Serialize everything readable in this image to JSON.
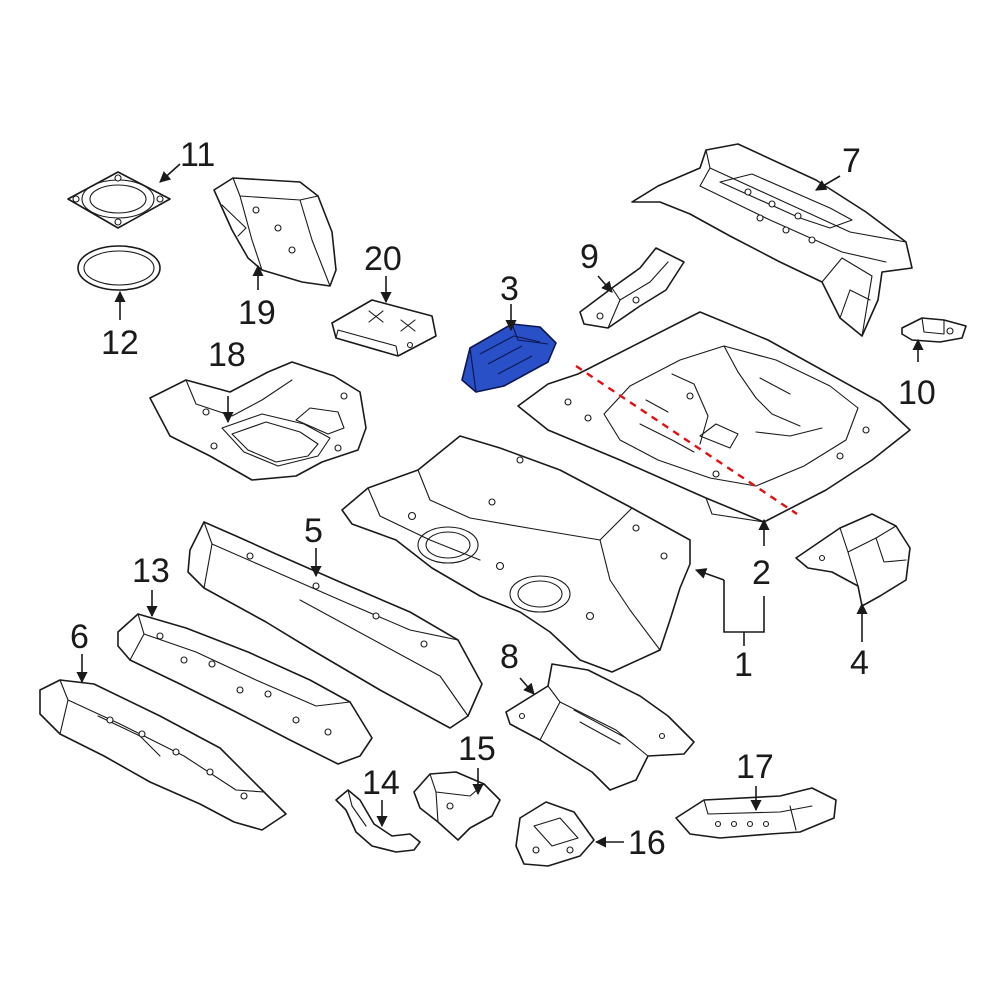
{
  "diagram": {
    "highlight_color": "#2a50c8",
    "cut_line_color": "#e01010",
    "callouts": [
      {
        "id": "1",
        "label": "1"
      },
      {
        "id": "2",
        "label": "2"
      },
      {
        "id": "3",
        "label": "3"
      },
      {
        "id": "4",
        "label": "4"
      },
      {
        "id": "5",
        "label": "5"
      },
      {
        "id": "6",
        "label": "6"
      },
      {
        "id": "7",
        "label": "7"
      },
      {
        "id": "8",
        "label": "8"
      },
      {
        "id": "9",
        "label": "9"
      },
      {
        "id": "10",
        "label": "10"
      },
      {
        "id": "11",
        "label": "11"
      },
      {
        "id": "12",
        "label": "12"
      },
      {
        "id": "13",
        "label": "13"
      },
      {
        "id": "14",
        "label": "14"
      },
      {
        "id": "15",
        "label": "15"
      },
      {
        "id": "16",
        "label": "16"
      },
      {
        "id": "17",
        "label": "17"
      },
      {
        "id": "18",
        "label": "18"
      },
      {
        "id": "19",
        "label": "19"
      },
      {
        "id": "20",
        "label": "20"
      }
    ]
  }
}
